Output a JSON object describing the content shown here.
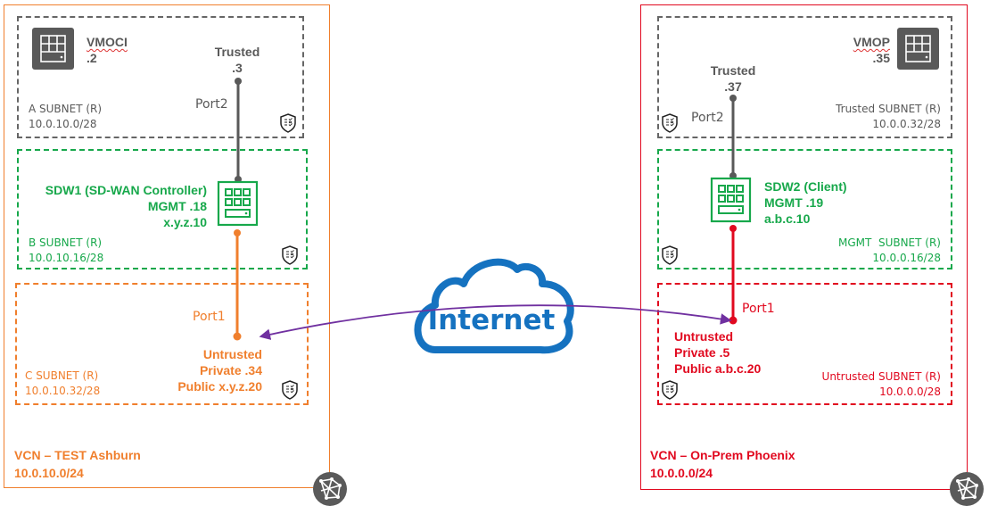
{
  "colors": {
    "orange": "#F07F2D",
    "red": "#E1091F",
    "green": "#17A84B",
    "gray": "#595959",
    "purple": "#7030A0",
    "blue": "#1572C0",
    "dark_gray_dash": "#666666"
  },
  "left_vcn": {
    "title": "VCN – TEST Ashburn",
    "cidr": "10.0.10.0/24",
    "subnet_a": {
      "name": "A SUBNET (R)",
      "cidr": "10.0.10.0/28",
      "vm_name": "VMOCI",
      "vm_ip": ".2",
      "port_label": "Trusted",
      "port_ip": ".3",
      "port_name": "Port2"
    },
    "subnet_b": {
      "name": "B SUBNET (R)",
      "cidr": "10.0.10.16/28",
      "device_name": "SDW1 (SD-WAN Controller)",
      "mgmt": "MGMT .18",
      "public": "x.y.z.10"
    },
    "subnet_c": {
      "name": "C SUBNET (R)",
      "cidr": "10.0.10.32/28",
      "port_name": "Port1",
      "port_label": "Untrusted",
      "private": "Private .34",
      "public": "Public x.y.z.20"
    }
  },
  "right_vcn": {
    "title": "VCN – On-Prem Phoenix",
    "cidr": "10.0.0.0/24",
    "subnet_trusted": {
      "name": "Trusted SUBNET (R)",
      "cidr": "10.0.0.32/28",
      "vm_name": "VMOP",
      "vm_ip": ".35",
      "port_label": "Trusted",
      "port_ip": ".37",
      "port_name": "Port2"
    },
    "subnet_mgmt": {
      "name": "MGMT  SUBNET (R)",
      "cidr": "10.0.0.16/28",
      "device_name": "SDW2 (Client)",
      "mgmt": "MGMT .19",
      "public": "a.b.c.10"
    },
    "subnet_untrusted": {
      "name": "Untrusted SUBNET (R)",
      "cidr": "10.0.0.0/28",
      "port_name": "Port1",
      "port_label": "Untrusted",
      "private": "Private .5",
      "public": "Public a.b.c.20"
    }
  },
  "internet": {
    "label": "Internet",
    "icon": "cloud-icon"
  },
  "icons": {
    "security_list": "shield-checklist-icon",
    "vcn": "network-mesh-icon",
    "vm": "server-icon",
    "sdwan": "sdwan-appliance-icon"
  }
}
